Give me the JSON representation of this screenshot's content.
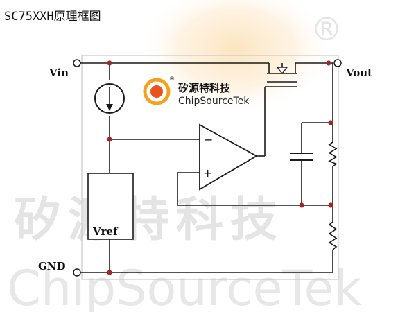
{
  "title": "SC75XXH原理框图",
  "pins": {
    "vin": "Vin",
    "vout": "Vout",
    "gnd": "GND"
  },
  "vref_label": "Vref",
  "opamp_signs": {
    "minus": "−",
    "plus": "+"
  },
  "logo": {
    "chinese": "矽源特科技",
    "english": "ChipSourceTek",
    "registered": "®",
    "colors": {
      "outer": "#f4a21e",
      "inner": "#e8541c"
    }
  },
  "watermark": {
    "chinese": "矽源特科技",
    "english": "ChipSourceTek",
    "registered": "®",
    "color": "#e4e4e4"
  }
}
